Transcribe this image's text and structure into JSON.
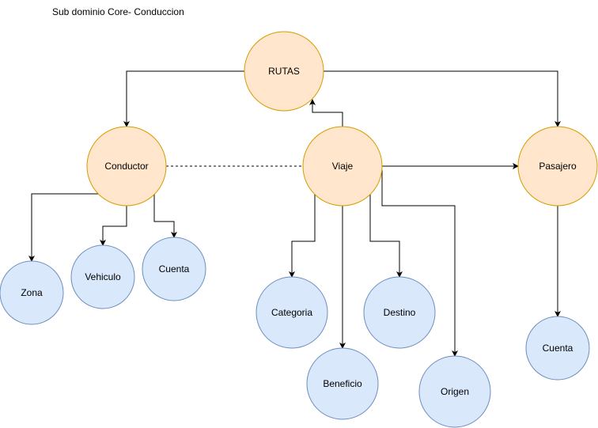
{
  "diagram": {
    "title": "Sub dominio Core- Conduccion",
    "colors": {
      "primary_fill": "#ffe6cc",
      "primary_stroke": "#d79b00",
      "secondary_fill": "#dae8fc",
      "secondary_stroke": "#6c8ebf",
      "edge": "#000000"
    },
    "nodes": [
      {
        "id": "rutas",
        "label": "RUTAS",
        "kind": "primary"
      },
      {
        "id": "conductor",
        "label": "Conductor",
        "kind": "primary"
      },
      {
        "id": "viaje",
        "label": "Viaje",
        "kind": "primary"
      },
      {
        "id": "pasajero",
        "label": "Pasajero",
        "kind": "primary"
      },
      {
        "id": "zona",
        "label": "Zona",
        "kind": "secondary"
      },
      {
        "id": "vehiculo",
        "label": "Vehiculo",
        "kind": "secondary"
      },
      {
        "id": "cuenta-conductor",
        "label": "Cuenta",
        "kind": "secondary"
      },
      {
        "id": "categoria",
        "label": "Categoria",
        "kind": "secondary"
      },
      {
        "id": "beneficio",
        "label": "Beneficio",
        "kind": "secondary"
      },
      {
        "id": "destino",
        "label": "Destino",
        "kind": "secondary"
      },
      {
        "id": "origen",
        "label": "Origen",
        "kind": "secondary"
      },
      {
        "id": "cuenta-pasajero",
        "label": "Cuenta",
        "kind": "secondary"
      }
    ],
    "edges": [
      {
        "from": "rutas",
        "to": "conductor",
        "style": "solid"
      },
      {
        "from": "rutas",
        "to": "pasajero",
        "style": "solid"
      },
      {
        "from": "viaje",
        "to": "rutas",
        "style": "solid"
      },
      {
        "from": "viaje",
        "to": "pasajero",
        "style": "solid"
      },
      {
        "from": "conductor",
        "to": "viaje",
        "style": "dashed",
        "arrow": false
      },
      {
        "from": "conductor",
        "to": "zona",
        "style": "solid"
      },
      {
        "from": "conductor",
        "to": "vehiculo",
        "style": "solid"
      },
      {
        "from": "conductor",
        "to": "cuenta-conductor",
        "style": "solid"
      },
      {
        "from": "viaje",
        "to": "categoria",
        "style": "solid"
      },
      {
        "from": "viaje",
        "to": "beneficio",
        "style": "solid"
      },
      {
        "from": "viaje",
        "to": "destino",
        "style": "solid"
      },
      {
        "from": "viaje",
        "to": "origen",
        "style": "solid"
      },
      {
        "from": "pasajero",
        "to": "cuenta-pasajero",
        "style": "solid"
      }
    ]
  }
}
